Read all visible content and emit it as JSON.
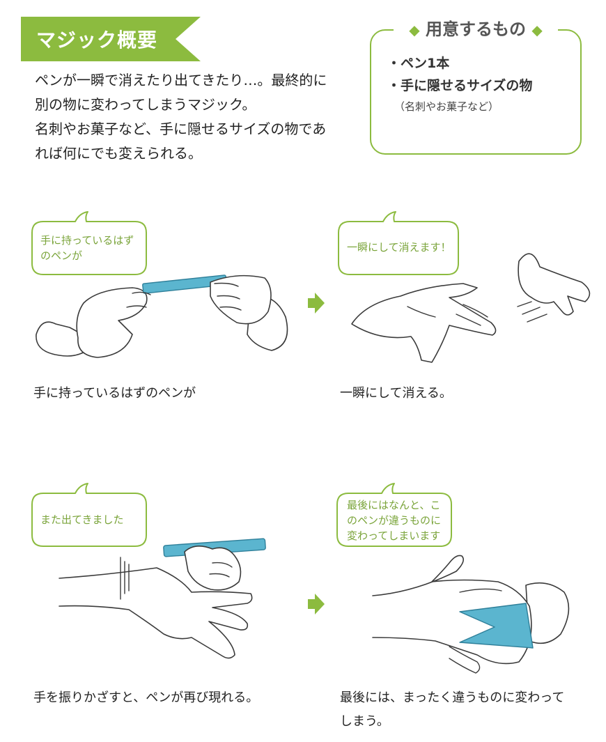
{
  "heading": {
    "title": "マジック概要"
  },
  "intro": {
    "lines": [
      "ペンが一瞬で消えたり出てきたり…。最終的に",
      "別の物に変わってしまうマジック。",
      "名刺やお菓子など、手に隠せるサイズの物であ",
      "れば何にでも変えられる。"
    ]
  },
  "supplies": {
    "title": "用意するもの",
    "items": [
      "・ペン1本",
      "・手に隠せるサイズの物"
    ],
    "note": "（名刺やお菓子など）"
  },
  "steps": [
    {
      "bubble_lines": [
        "手に持っているはず",
        "のペンが"
      ],
      "caption_lines": [
        "手に持っているはずのペンが"
      ]
    },
    {
      "bubble_lines": [
        "一瞬にして消えます！"
      ],
      "caption_lines": [
        "一瞬にして消える。"
      ]
    },
    {
      "bubble_lines": [
        "また出てきました"
      ],
      "caption_lines": [
        "手を振りかざすと、ペンが再び現れる。"
      ]
    },
    {
      "bubble_lines": [
        "最後にはなんと、こ",
        "のペンが違うものに",
        "変わってしまいます"
      ],
      "caption_lines": [
        "最後には、まったく違うものに変わって",
        "しまう。"
      ]
    }
  ],
  "colors": {
    "accent": "#8cbb3f",
    "pen": "#5bb5cf",
    "text": "#222222"
  },
  "icons": [
    "ribbon-banner",
    "diamond-icon",
    "next-arrow-icon",
    "speech-bubble",
    "hand-illustration",
    "pen-illustration"
  ]
}
